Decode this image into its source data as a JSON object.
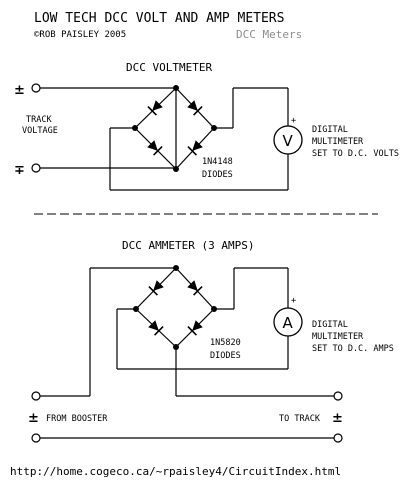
{
  "header": {
    "title": "LOW TECH DCC VOLT AND AMP METERS",
    "copyright": "©ROB PAISLEY 2005",
    "subtitle": "DCC Meters"
  },
  "voltmeter": {
    "heading": "DCC VOLTMETER",
    "track_label_1": "TRACK",
    "track_label_2": "VOLTAGE",
    "pm_top": "±",
    "pm_bottom": "∓",
    "meter_letter": "V",
    "meter_plus": "+",
    "diode_part": "1N4148",
    "diode_word": "DIODES",
    "dmm_1": "DIGITAL",
    "dmm_2": "MULTIMETER",
    "dmm_3": "SET TO D.C. VOLTS"
  },
  "ammeter": {
    "heading": "DCC AMMETER (3 AMPS)",
    "meter_letter": "A",
    "meter_plus": "+",
    "diode_part": "1N5820",
    "diode_word": "DIODES",
    "dmm_1": "DIGITAL",
    "dmm_2": "MULTIMETER",
    "dmm_3": "SET TO D.C. AMPS",
    "pm_left": "±",
    "pm_right": "±",
    "from_label": "FROM BOOSTER",
    "to_label": "TO TRACK"
  },
  "footer": {
    "url": "http://home.cogeco.ca/~rpaisley4/CircuitIndex.html"
  }
}
